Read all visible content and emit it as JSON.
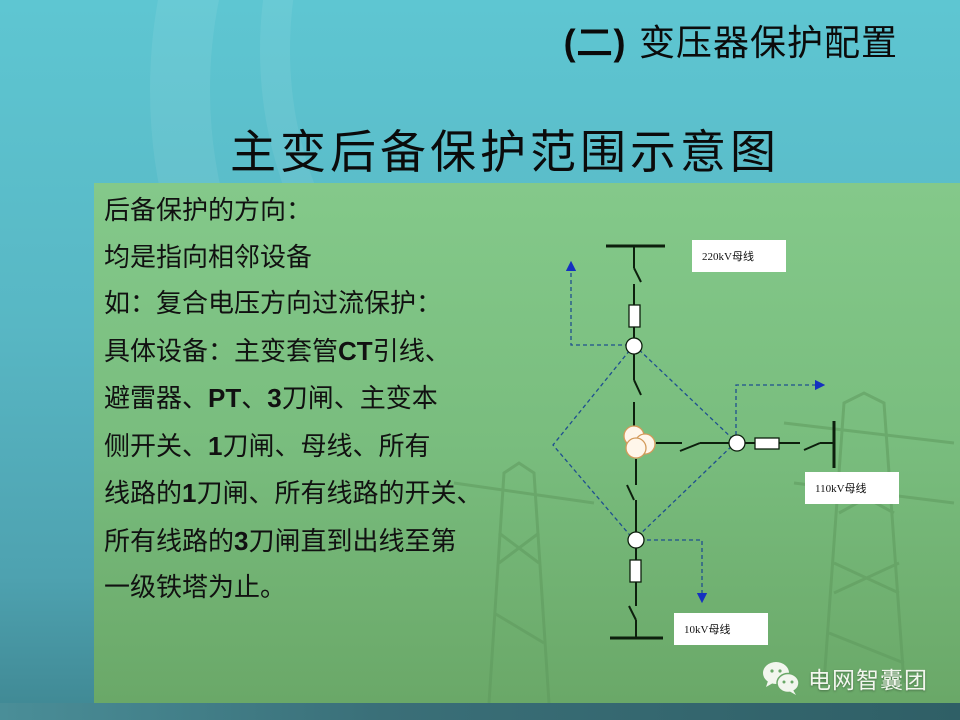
{
  "slide": {
    "heading_paren": "(二)",
    "heading_text": " 变压器保护配置",
    "subtitle": "主变后备保护范围示意图"
  },
  "body_text": {
    "lines": [
      [
        {
          "t": "后备保护的方向："
        }
      ],
      [
        {
          "t": "均是指向相邻设备"
        }
      ],
      [
        {
          "t": "如：复合电压方向过流保护："
        }
      ],
      [
        {
          "t": "具体设备：主变套管"
        },
        {
          "t": "CT",
          "b": true
        },
        {
          "t": "引线、"
        }
      ],
      [
        {
          "t": "避雷器、"
        },
        {
          "t": "PT",
          "b": true
        },
        {
          "t": "、"
        },
        {
          "t": "3",
          "b": true
        },
        {
          "t": "刀闸、主变本"
        }
      ],
      [
        {
          "t": "侧开关、"
        },
        {
          "t": "1",
          "b": true
        },
        {
          "t": "刀闸、母线、所有"
        }
      ],
      [
        {
          "t": "线路的"
        },
        {
          "t": "1",
          "b": true
        },
        {
          "t": "刀闸、所有线路的开关、"
        }
      ],
      [
        {
          "t": "所有线路的"
        },
        {
          "t": "3",
          "b": true
        },
        {
          "t": "刀闸直到出线至第"
        }
      ],
      [
        {
          "t": "一级铁塔为止。"
        }
      ]
    ]
  },
  "diagram": {
    "labels": {
      "bus_220": "220kV母线",
      "bus_110": "110kV母线",
      "bus_10": "10kV母线"
    },
    "colors": {
      "line": "#0d1f0d",
      "dashed": "#1f4f8f",
      "arrow": "#1530c0",
      "transformer_fill": "#fff6ea",
      "transformer_stroke": "#d39a5a",
      "panel": "#7cc282"
    }
  },
  "watermark": {
    "icon": "wechat-icon",
    "text": "电网智囊团"
  }
}
